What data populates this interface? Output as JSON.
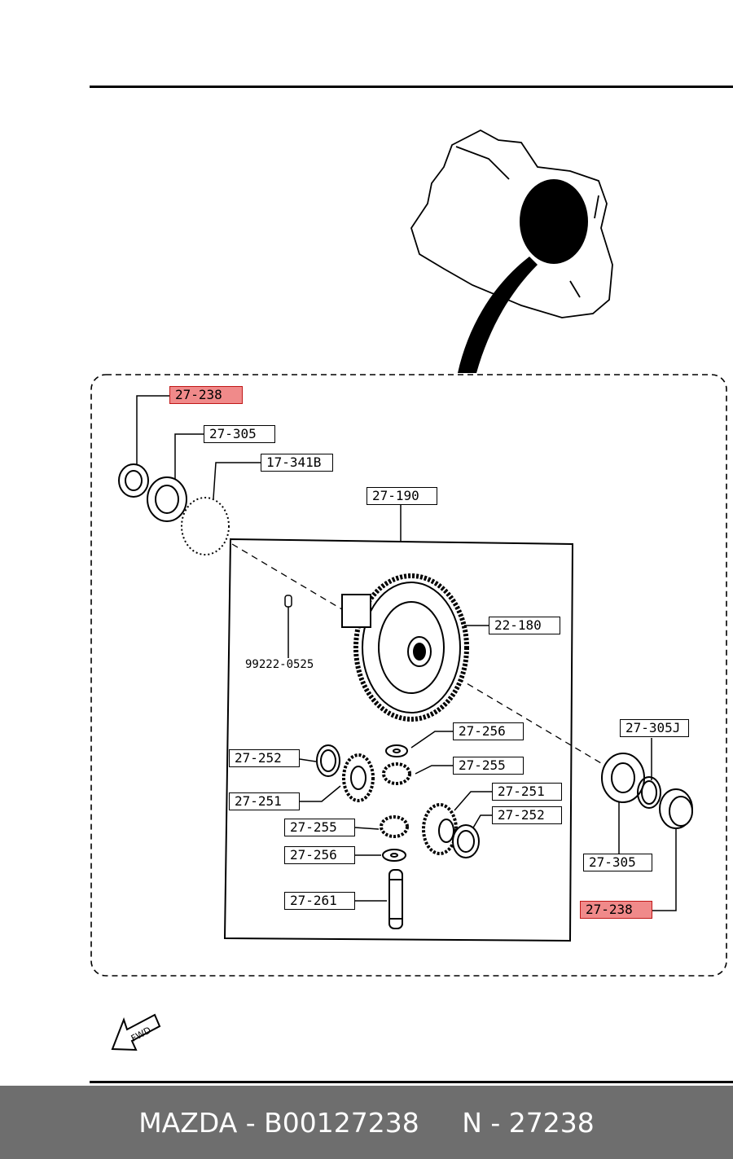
{
  "labels": {
    "l_27_238_top": "27-238",
    "l_27_305_top": "27-305",
    "l_17_341b": "17-341B",
    "l_27_190": "27-190",
    "l_22_180": "22-180",
    "l_99222": "99222-0525",
    "l_27_256_a": "27-256",
    "l_27_255_a": "27-255",
    "l_27_252_a": "27-252",
    "l_27_251_a": "27-251",
    "l_27_251_b": "27-251",
    "l_27_252_b": "27-252",
    "l_27_255_b": "27-255",
    "l_27_256_b": "27-256",
    "l_27_261": "27-261",
    "l_27_305j": "27-305J",
    "l_27_305_bot": "27-305",
    "l_27_238_bot": "27-238"
  },
  "highlight_color": "#f08a8a",
  "fwd_label": "FWD",
  "footer": {
    "brand_part": "MAZDA - B00127238",
    "ref": "N - 27238",
    "background": "#6e6e6e"
  }
}
